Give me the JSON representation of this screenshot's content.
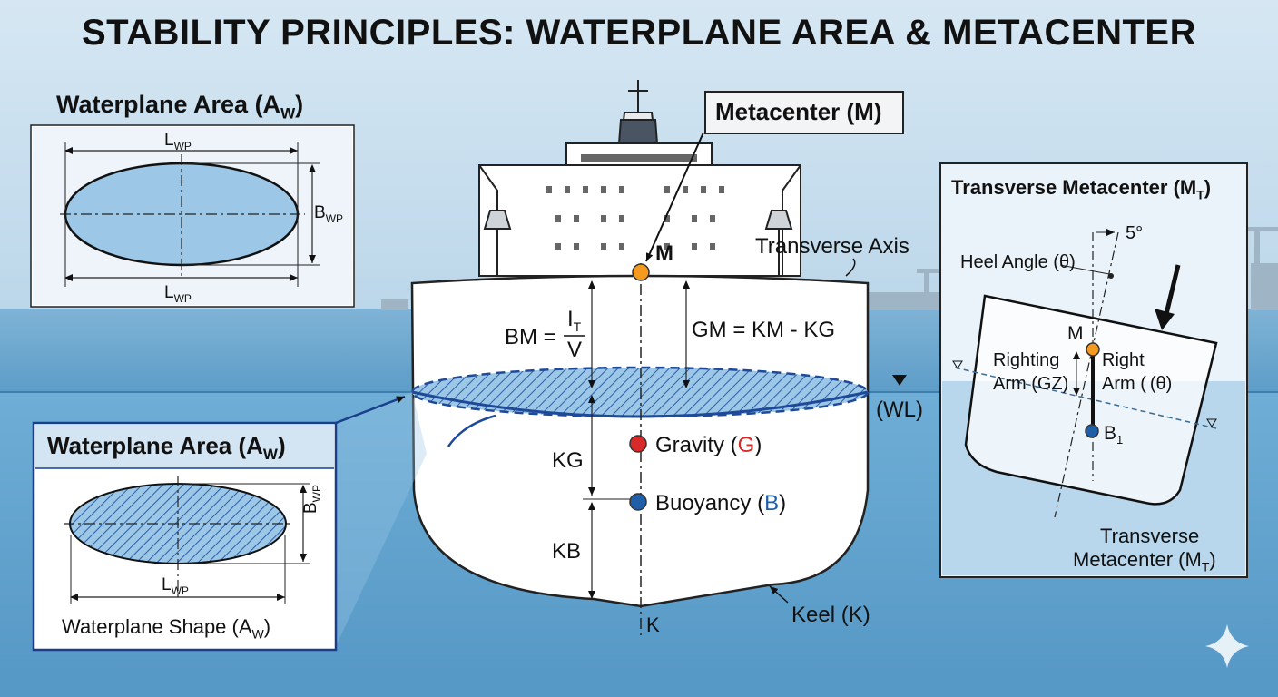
{
  "title": "STABILITY PRINCIPLES: WATERPLANE AREA & METACENTER",
  "top_left_box": {
    "heading": "Waterplane Area (A",
    "heading_sub": "W",
    "length_label": "L",
    "length_sub": "WP",
    "breadth_label": "B",
    "breadth_sub": "WP"
  },
  "bottom_left_box": {
    "heading": "Waterplane Area (A",
    "heading_sub": "W",
    "length_label": "L",
    "length_sub": "WP",
    "breadth_label": "B",
    "breadth_sub": "WP",
    "caption": "Waterplane Shape (A",
    "caption_sub": "W"
  },
  "ship": {
    "metacenter_callout": "Metacenter (M)",
    "m_label": "M",
    "transverse_axis": "Transverse Axis",
    "bm_lhs": "BM =",
    "bm_num": "I",
    "bm_num_sub": "T",
    "bm_den": "V",
    "gm_formula": "GM = KM - KG",
    "wl_label": "(WL)",
    "kg_label": "KG",
    "kb_label": "KB",
    "gravity_text": "Gravity (",
    "gravity_letter": "G",
    "buoyancy_text": "Buoyancy (",
    "buoyancy_letter": "B",
    "close_paren": ")",
    "k_label": "K",
    "keel_label": "Keel (K)"
  },
  "right_panel": {
    "heading": "Transverse Metacenter (M",
    "heading_sub": "T",
    "angle_label": "5°",
    "heel_label": "Heel Angle (θ)",
    "m_label": "M",
    "righting_arm_1": "Righting",
    "righting_arm_2": "Arm (GZ)",
    "right_arm_1": "Right",
    "right_arm_2": "Arm ( (θ)",
    "b1_label": "B",
    "b1_sub": "1",
    "caption_1": "Transverse",
    "caption_2": "Metacenter (M",
    "caption_2_sub": "T"
  },
  "colors": {
    "water": "#5fa4cf",
    "waterplane": "#9cc7e6",
    "metacenter": "#f39a1f",
    "gravity": "#d92a2a",
    "buoyancy": "#1f5fa8",
    "panel_border": "#1a3f8a"
  }
}
